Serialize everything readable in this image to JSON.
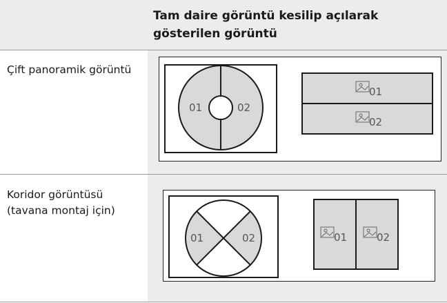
{
  "header": {
    "title": "Tam daire görüntü kesilip açılarak gösterilen görüntü"
  },
  "rows": [
    {
      "label": "Çift panoramik görüntü",
      "diagram": {
        "left_labels": [
          "01",
          "02"
        ],
        "right_labels": [
          "01",
          "02"
        ],
        "icon": "image-icon"
      }
    },
    {
      "label": "Koridor görüntüsü (tavana montaj için)",
      "diagram": {
        "left_labels": [
          "01",
          "02"
        ],
        "right_labels": [
          "01",
          "02"
        ],
        "icon": "image-icon"
      }
    }
  ],
  "colors": {
    "fill": "#d9d9d9",
    "column_bg": "#ececec",
    "stroke": "#1a1a1a"
  }
}
